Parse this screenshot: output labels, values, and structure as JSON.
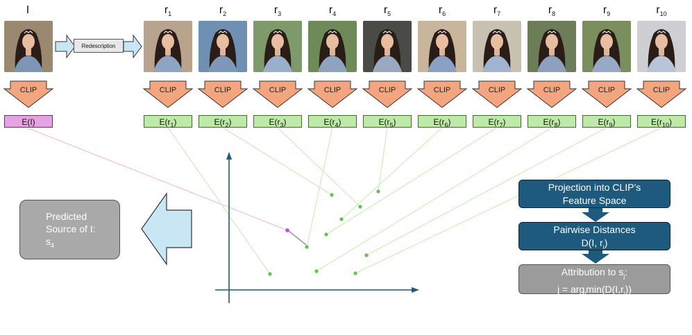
{
  "query": {
    "label": "I",
    "embedding": "E(I)"
  },
  "redescription_label": "Redescription",
  "clip_label": "CLIP",
  "references": [
    {
      "name": "r",
      "sub": "1",
      "emb_prefix": "E(r",
      "emb_sub": "1",
      "emb_suffix": ")"
    },
    {
      "name": "r",
      "sub": "2",
      "emb_prefix": "E(r",
      "emb_sub": "2",
      "emb_suffix": ")"
    },
    {
      "name": "r",
      "sub": "3",
      "emb_prefix": "E(r",
      "emb_sub": "3",
      "emb_suffix": ")"
    },
    {
      "name": "r",
      "sub": "4",
      "emb_prefix": "E(r",
      "emb_sub": "4",
      "emb_suffix": ")"
    },
    {
      "name": "r",
      "sub": "5",
      "emb_prefix": "E(r",
      "emb_sub": "5",
      "emb_suffix": ")"
    },
    {
      "name": "r",
      "sub": "6",
      "emb_prefix": "E(r",
      "emb_sub": "6",
      "emb_suffix": ")"
    },
    {
      "name": "r",
      "sub": "7",
      "emb_prefix": "E(r",
      "emb_sub": "7",
      "emb_suffix": ")"
    },
    {
      "name": "r",
      "sub": "8",
      "emb_prefix": "E(r",
      "emb_sub": "8",
      "emb_suffix": ")"
    },
    {
      "name": "r",
      "sub": "9",
      "emb_prefix": "E(r",
      "emb_sub": "9",
      "emb_suffix": ")"
    },
    {
      "name": "r",
      "sub": "10",
      "emb_prefix": "E(r",
      "emb_sub": "10",
      "emb_suffix": ")"
    }
  ],
  "pipeline": {
    "step1_line1": "Projection into CLIP’s",
    "step1_line2": "Feature Space",
    "step2_line1": "Pairwise Distances",
    "step2_line2_prefix": "D(I, r",
    "step2_line2_sub": "i",
    "step2_line2_suffix": ")",
    "step3_line1_prefix": "Attribution to s",
    "step3_line1_sub": "j",
    "step3_line1_suffix": ":",
    "step3_line2_prefix": "j = arg",
    "step3_line2_sub1": "j",
    "step3_line2_mid": "min(D(I,r",
    "step3_line2_sub2": "j",
    "step3_line2_suffix": "))"
  },
  "prediction": {
    "line1": "Predicted",
    "line2": "Source of I:",
    "line3_prefix": "s",
    "line3_sub": "4"
  },
  "colors": {
    "clip_arrow": "#f2a57e",
    "embedding_green": "#bfe9a9",
    "query_pink": "#e4a4e2",
    "pipeline_dark": "#1d5a7e",
    "pipeline_gray": "#9b9b9b",
    "axis_blue": "#1d5a7e",
    "light_blue_arrow": "#c9e6f4"
  }
}
